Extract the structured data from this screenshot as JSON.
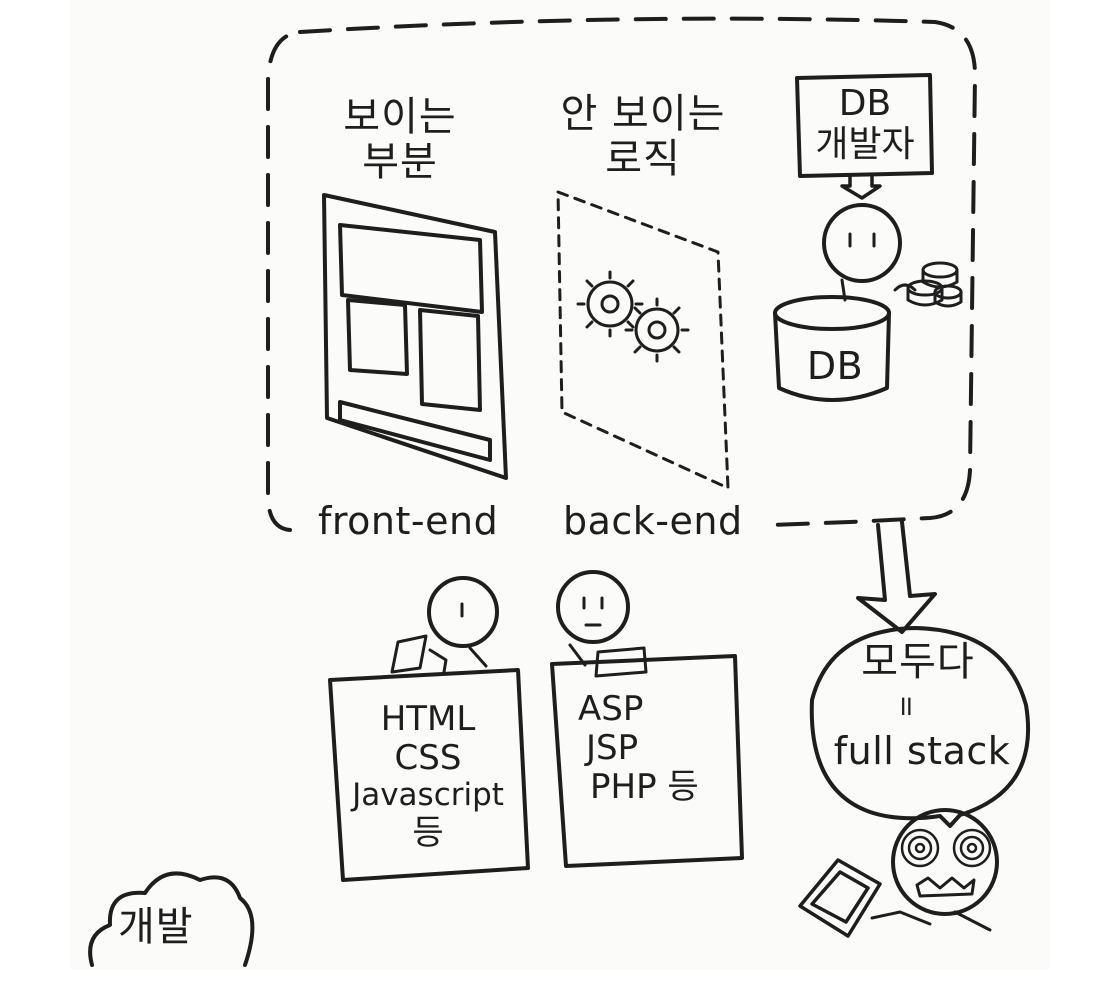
{
  "labels": {
    "visible_part_line1": "보이는",
    "visible_part_line2": "부분",
    "invisible_logic_line1": "안 보이는",
    "invisible_logic_line2": "로직",
    "db_developer_line1": "DB",
    "db_developer_line2": "개발자",
    "db_cylinder": "DB",
    "frontend": "front-end",
    "backend": "back-end",
    "all_line1": "모두다",
    "all_equals": "॥",
    "full_stack": "full stack",
    "development": "개발"
  },
  "frontend_stack": [
    "HTML",
    "CSS",
    "Javascript",
    "등"
  ],
  "backend_stack": [
    "ASP",
    "JSP",
    "PHP 등"
  ],
  "colors": {
    "ink": "#1e1e1e",
    "paper": "#fbfbf9"
  }
}
